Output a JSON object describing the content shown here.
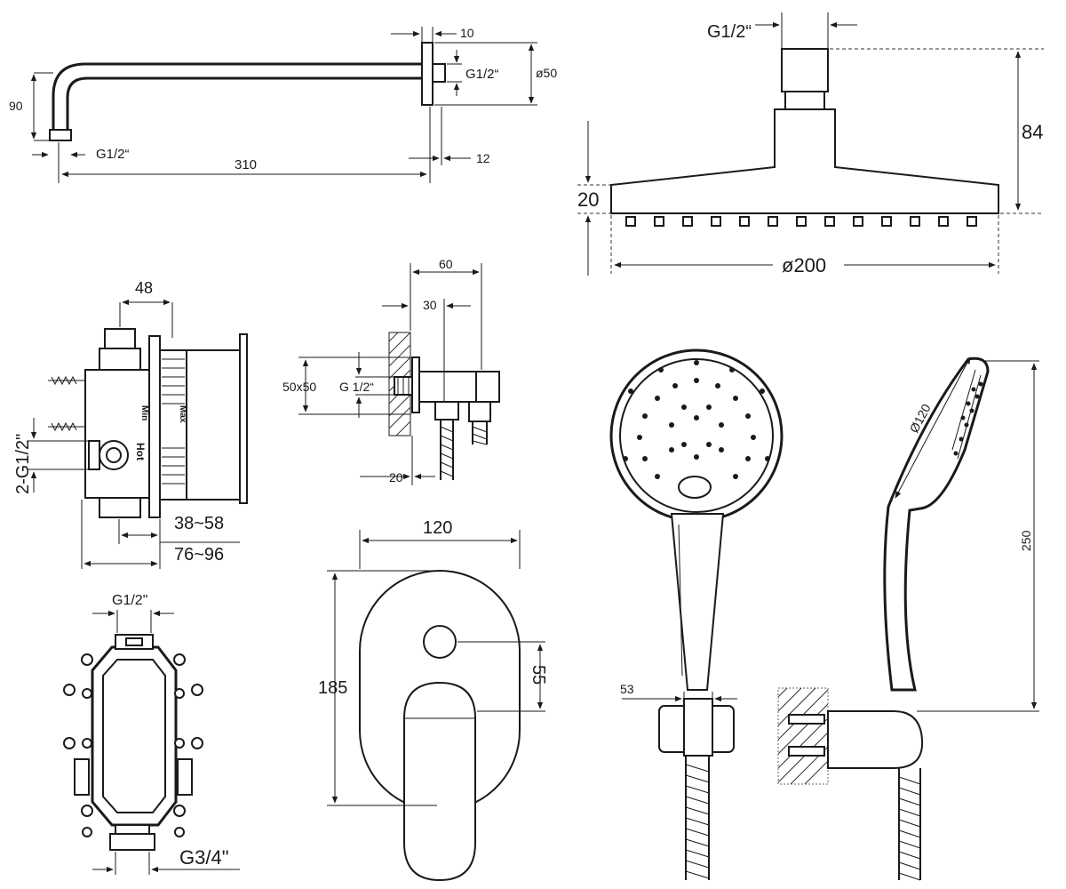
{
  "labels": {
    "arm_10": "10",
    "arm_90": "90",
    "arm_g12": "G1/2“",
    "arm_g12_b": "G1/2“",
    "arm_dia50": "ø50",
    "arm_310": "310",
    "arm_12": "12",
    "head_g12": "G1/2“",
    "head_84": "84",
    "head_20": "20",
    "head_dia200": "ø200",
    "valve_48": "48",
    "valve_2g12": "2-G1/2\"",
    "valve_min": "Min",
    "valve_max": "Max",
    "valve_hot": "Hot",
    "valve_38_58": "38~58",
    "valve_76_96": "76~96",
    "elbow_60": "60",
    "elbow_30": "30",
    "elbow_50x50": "50x50",
    "elbow_g12": "G 1/2“",
    "elbow_20": "20",
    "box_g12": "G1/2\"",
    "box_g34": "G3/4\"",
    "plate_120": "120",
    "plate_185": "185",
    "plate_55": "55",
    "hand_dia120": "Ø120",
    "hand_250": "250",
    "hand_53": "53"
  }
}
